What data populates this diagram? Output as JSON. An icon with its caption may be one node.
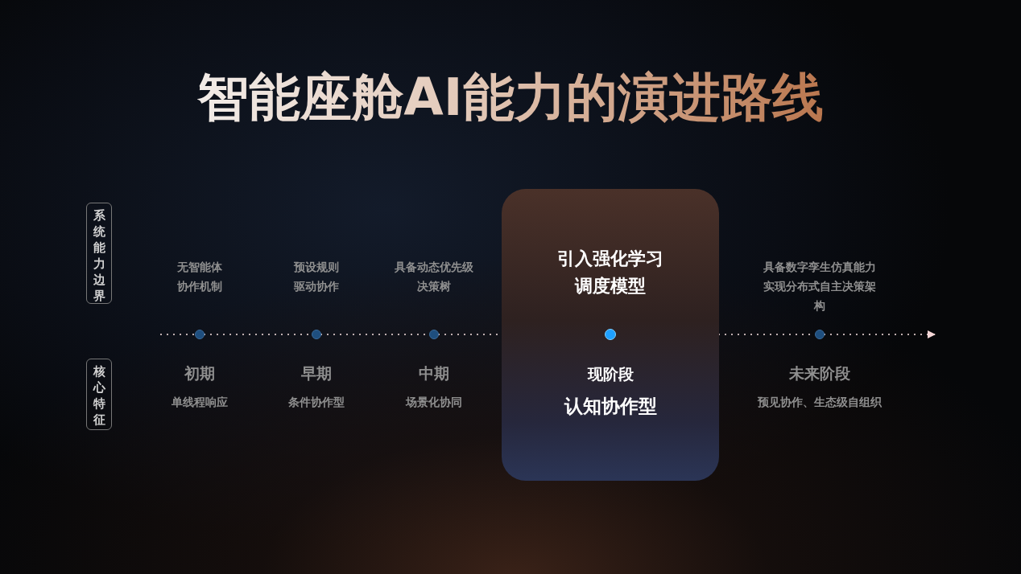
{
  "diagram": {
    "title": "智能座舱AI能力的演进路线",
    "nodes": [
      {
        "text": [
          "系统能力边界"
        ]
      },
      {
        "text": [
          "核心特征"
        ]
      },
      {
        "text": [
          "引入强化学习调度模型",
          "现阶段",
          "认知协作型"
        ]
      },
      {
        "text": [],
        "shape": "circle",
        "beside": [
          "初期",
          "单线程响应"
        ]
      },
      {
        "text": [],
        "shape": "circle",
        "beside": [
          "早期",
          "条件协作型"
        ]
      },
      {
        "text": [],
        "shape": "circle",
        "beside": [
          "中期",
          "场景化协同"
        ]
      },
      {
        "text": [],
        "shape": "circle",
        "in": 2
      },
      {
        "text": [],
        "shape": "circle",
        "beside": [
          "未来阶段",
          "预见协作、生态级自组织"
        ]
      }
    ],
    "edges": [
      {
        "from": null,
        "to": 3,
        "arrow": "none"
      },
      {
        "from": 3,
        "to": 4,
        "arrow": "none"
      },
      {
        "from": 4,
        "to": 5,
        "arrow": "none"
      },
      {
        "from": 5,
        "to": 6,
        "arrow": "none"
      },
      {
        "from": 6,
        "to": 7,
        "arrow": "none"
      },
      {
        "from": 7,
        "to": null,
        "arrow": "to"
      }
    ],
    "labels": [
      "无智能体协作机制",
      "预设规则驱动协作",
      "具备动态优先级决策树",
      "具备数字孪生仿真能力实现分布式自主决策架构"
    ]
  }
}
